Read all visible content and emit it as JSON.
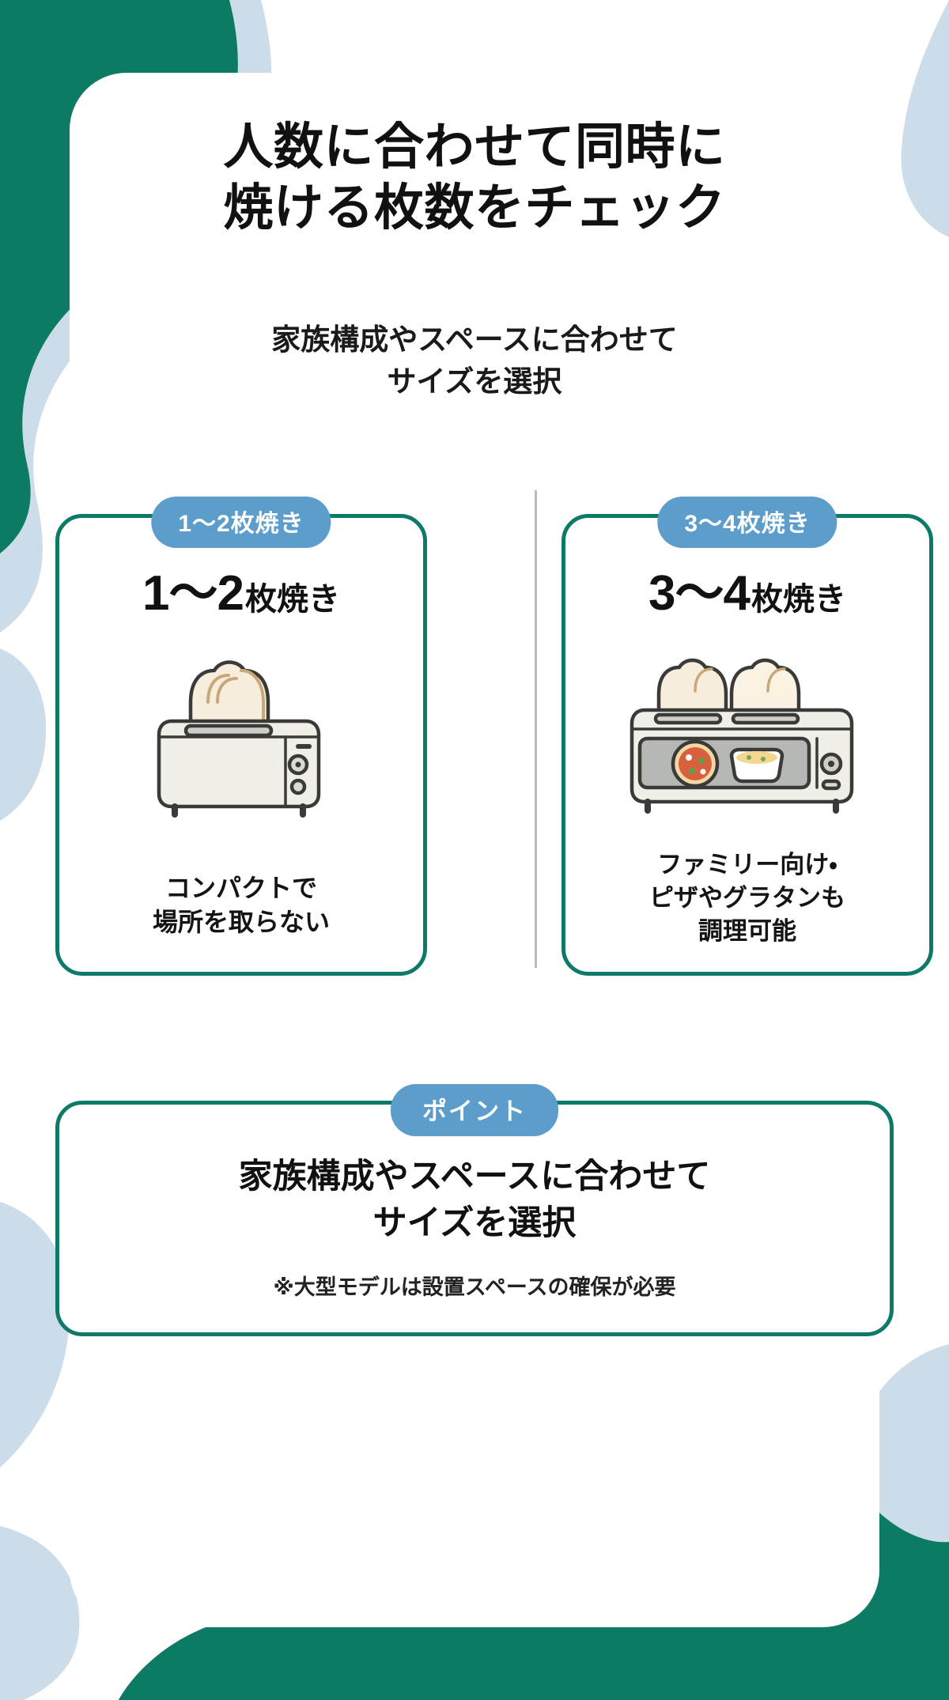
{
  "theme": {
    "green": "#0c7a66",
    "blue_pill": "#5c9dcb",
    "light_blue": "#ccdce8",
    "card_border": "#0c7a66",
    "text": "#111111",
    "divider": "#b9b9b9"
  },
  "headline": {
    "line1": "人数に合わせて同時に",
    "line2": "焼ける枚数をチェック"
  },
  "subtitle": {
    "line1": "家族構成やスペースに合わせて",
    "line2": "サイズを選択"
  },
  "compare": {
    "cards": [
      {
        "badge": "1〜2枚焼き",
        "title_big": "1〜2",
        "title_small": "枚焼き",
        "icon": "pop-up-toaster-icon",
        "caption_line1": "コンパクトで",
        "caption_line2": "場所を取らない",
        "caption_line3": ""
      },
      {
        "badge": "3〜4枚焼き",
        "title_big": "3〜4",
        "title_small": "枚焼き",
        "icon": "oven-toaster-icon",
        "caption_line1": "ファミリー向け・",
        "caption_line2": "ピザやグラタンも",
        "caption_line3": "調理可能"
      }
    ]
  },
  "point": {
    "badge": "ポイント",
    "title_line1": "家族構成やスペースに合わせて",
    "title_line2": "サイズを選択",
    "note": "※大型モデルは設置スペースの確保が必要"
  }
}
